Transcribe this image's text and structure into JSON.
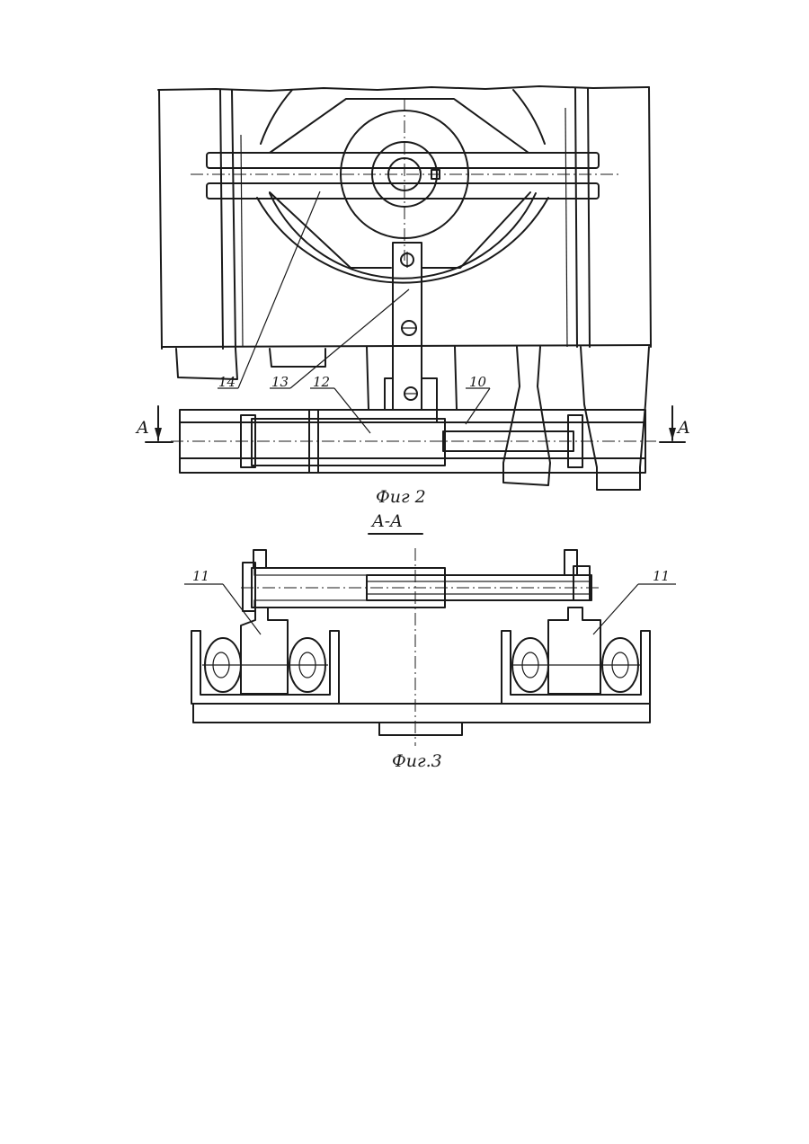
{
  "figure2": {
    "caption": "Фиг 2",
    "labels": {
      "p14": "14",
      "p13": "13",
      "p12": "12",
      "p10": "10"
    },
    "section_mark_left": "A",
    "section_mark_right": "A"
  },
  "figure3": {
    "section_title": "A-A",
    "caption": "Фиг.3",
    "labels": {
      "left11": "11",
      "right11": "11"
    }
  }
}
